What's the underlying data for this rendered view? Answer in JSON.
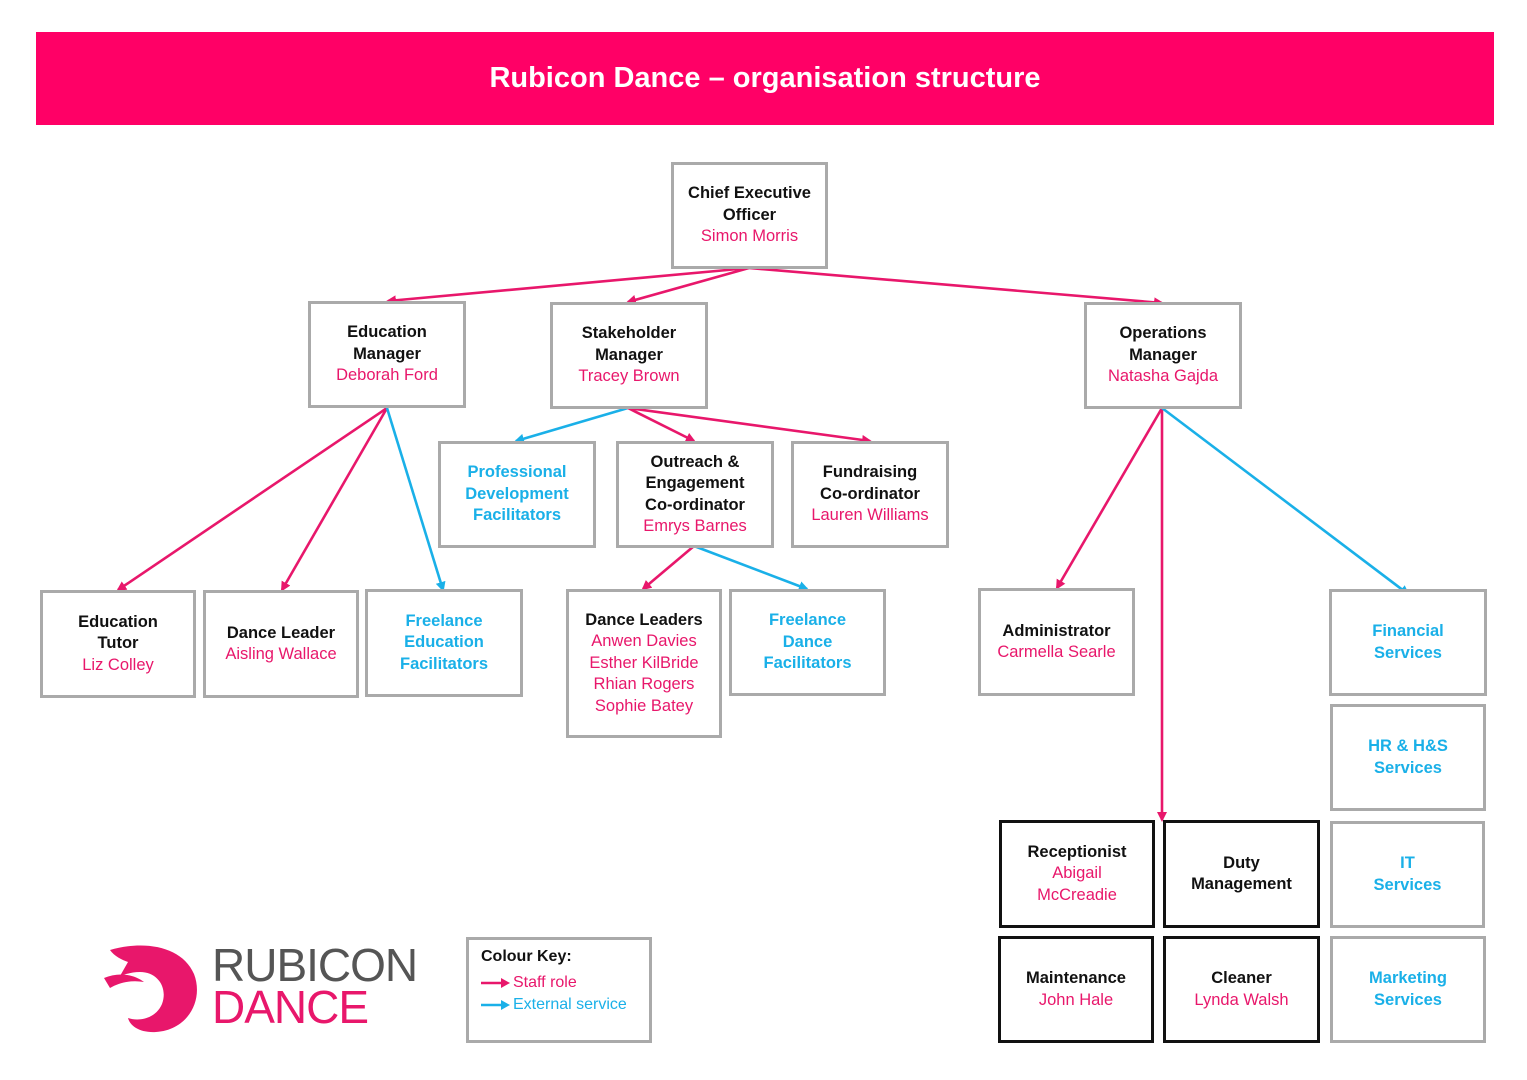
{
  "title": "Rubicon Dance – organisation structure",
  "colors": {
    "staff": "#e8176b",
    "external": "#1ab0e8",
    "header": "#ff0066"
  },
  "nodes": {
    "ceo": {
      "role": [
        "Chief Executive",
        "Officer"
      ],
      "person": [
        "Simon Morris"
      ]
    },
    "education_manager": {
      "role": [
        "Education",
        "Manager"
      ],
      "person": [
        "Deborah Ford"
      ]
    },
    "stakeholder_manager": {
      "role": [
        "Stakeholder",
        "Manager"
      ],
      "person": [
        "Tracey Brown"
      ]
    },
    "operations_manager": {
      "role": [
        "Operations",
        "Manager"
      ],
      "person": [
        "Natasha Gajda"
      ]
    },
    "professional_development": {
      "role": [
        "Professional",
        "Development",
        "Facilitators"
      ],
      "person": []
    },
    "outreach_coordinator": {
      "role": [
        "Outreach &",
        "Engagement",
        "Co-ordinator"
      ],
      "person": [
        "Emrys Barnes"
      ]
    },
    "fundraising_coordinator": {
      "role": [
        "Fundraising",
        "Co-ordinator"
      ],
      "person": [
        "Lauren Williams"
      ]
    },
    "education_tutor": {
      "role": [
        "Education",
        "Tutor"
      ],
      "person": [
        "Liz Colley"
      ]
    },
    "dance_leader": {
      "role": [
        "Dance Leader"
      ],
      "person": [
        "Aisling Wallace"
      ]
    },
    "freelance_education": {
      "role": [
        "Freelance",
        "Education",
        "Facilitators"
      ],
      "person": []
    },
    "dance_leaders": {
      "role": [
        "Dance Leaders"
      ],
      "person": [
        "Anwen Davies",
        "Esther KilBride",
        "Rhian Rogers",
        "Sophie Batey"
      ]
    },
    "freelance_dance": {
      "role": [
        "Freelance",
        "Dance",
        "Facilitators"
      ],
      "person": []
    },
    "administrator": {
      "role": [
        "Administrator"
      ],
      "person": [
        "Carmella Searle"
      ]
    },
    "financial_services": {
      "role": [
        "Financial",
        "Services"
      ],
      "person": []
    },
    "hr_services": {
      "role": [
        "HR & H&S",
        "Services"
      ],
      "person": []
    },
    "it_services": {
      "role": [
        "IT",
        "Services"
      ],
      "person": []
    },
    "marketing_services": {
      "role": [
        "Marketing",
        "Services"
      ],
      "person": []
    },
    "receptionist": {
      "role": [
        "Receptionist"
      ],
      "person": [
        "Abigail",
        "McCreadie"
      ]
    },
    "duty_management": {
      "role": [
        "Duty",
        "Management"
      ],
      "person": []
    },
    "maintenance": {
      "role": [
        "Maintenance"
      ],
      "person": [
        "John Hale"
      ]
    },
    "cleaner": {
      "role": [
        "Cleaner"
      ],
      "person": [
        "Lynda Walsh"
      ]
    }
  },
  "links": [
    {
      "from": "ceo",
      "to": "education_manager",
      "kind": "staff"
    },
    {
      "from": "ceo",
      "to": "stakeholder_manager",
      "kind": "staff"
    },
    {
      "from": "ceo",
      "to": "operations_manager",
      "kind": "staff"
    },
    {
      "from": "education_manager",
      "to": "education_tutor",
      "kind": "staff"
    },
    {
      "from": "education_manager",
      "to": "dance_leader",
      "kind": "staff"
    },
    {
      "from": "education_manager",
      "to": "freelance_education",
      "kind": "external"
    },
    {
      "from": "stakeholder_manager",
      "to": "professional_development",
      "kind": "external"
    },
    {
      "from": "stakeholder_manager",
      "to": "outreach_coordinator",
      "kind": "staff"
    },
    {
      "from": "stakeholder_manager",
      "to": "fundraising_coordinator",
      "kind": "staff"
    },
    {
      "from": "outreach_coordinator",
      "to": "dance_leaders",
      "kind": "staff"
    },
    {
      "from": "outreach_coordinator",
      "to": "freelance_dance",
      "kind": "external"
    },
    {
      "from": "operations_manager",
      "to": "administrator",
      "kind": "staff"
    },
    {
      "from": "operations_manager",
      "to": "receptionist",
      "kind": "staff"
    },
    {
      "from": "operations_manager",
      "to": "financial_services",
      "kind": "external"
    }
  ],
  "logo": {
    "line1": "RUBICON",
    "line2": "DANCE"
  },
  "key": {
    "title": "Colour Key:",
    "staff_label": "Staff role",
    "external_label": "External service"
  }
}
